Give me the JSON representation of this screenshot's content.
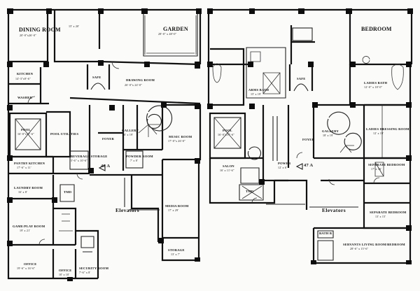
{
  "left_plan": {
    "rooms": [
      {
        "id": "dining-room",
        "name": "DINING ROOM",
        "dims": "20'-0\"x26'-0\""
      },
      {
        "id": "living-room",
        "name": "",
        "dims": "15' x 20'"
      },
      {
        "id": "garden",
        "name": "GARDEN",
        "dims": "28'-0\" x 48'-0\""
      },
      {
        "id": "kitchen",
        "name": "KITCHEN",
        "dims": "14'-3\"x9'-6\""
      },
      {
        "id": "safe",
        "name": "SAFE",
        "dims": ""
      },
      {
        "id": "drawing-room",
        "name": "DRAWING ROOM",
        "dims": "26'-0\"x 24'-0\""
      },
      {
        "id": "washer",
        "name": "WASHER",
        "dims": ""
      },
      {
        "id": "pool",
        "name": "POOL",
        "dims": "16'-0\"x17'-6\""
      },
      {
        "id": "pool-utilities",
        "name": "POOL UTILITIES",
        "dims": ""
      },
      {
        "id": "gallery",
        "name": "GALLERY",
        "dims": "16' x 19'"
      },
      {
        "id": "music-room",
        "name": "MUSIC ROOM",
        "dims": "17'-0\"x 26'-0\""
      },
      {
        "id": "foyer",
        "name": "FOYER",
        "dims": ""
      },
      {
        "id": "powder-room",
        "name": "POWDER ROOM",
        "dims": "7' x 8'"
      },
      {
        "id": "pantry-kitchen",
        "name": "PANTRY KITCHEN",
        "dims": "17'-6\" x 11'"
      },
      {
        "id": "beverage-storage",
        "name": "BEVERAGE STORAGE",
        "dims": "5'-6\" x 10'-6\""
      },
      {
        "id": "laundry-room",
        "name": "LAUNDRY ROOM",
        "dims": "16' x 8'"
      },
      {
        "id": "tmd",
        "name": "TMD",
        "dims": ""
      },
      {
        "id": "media-room",
        "name": "MEDIA ROOM",
        "dims": "17' x 29'"
      },
      {
        "id": "gameroom",
        "name": "GAME/PLAY ROOM",
        "dims": "19' x 21'"
      },
      {
        "id": "office",
        "name": "OFFICE",
        "dims": "19'-6\" x 16'-6\""
      },
      {
        "id": "office-2",
        "name": "OFFICE",
        "dims": "10' x 10'"
      },
      {
        "id": "security-room",
        "name": "SECURITY ROOM",
        "dims": "7'-6\" x 8'"
      },
      {
        "id": "storage",
        "name": "STORAGE",
        "dims": "13' x 7'"
      }
    ],
    "elevators": "Elevators",
    "floor_label": "46 A"
  },
  "right_plan": {
    "rooms": [
      {
        "id": "bedroom",
        "name": "BEDROOM",
        "dims": ""
      },
      {
        "id": "arms-bath",
        "name": "ARMS BATH",
        "dims": "15' x 19'"
      },
      {
        "id": "safe",
        "name": "SAFE",
        "dims": ""
      },
      {
        "id": "ladies-bath",
        "name": "LADIES BATH",
        "dims": "12'-0\" x 18'-0\""
      },
      {
        "id": "ladies-dressing",
        "name": "LADIES DRESSING ROOM",
        "dims": "12' x 19'"
      },
      {
        "id": "pool",
        "name": "POOL",
        "dims": "16'-0\"x17'-6\""
      },
      {
        "id": "gallery",
        "name": "GALLERY",
        "dims": "18' x 19'"
      },
      {
        "id": "foyer",
        "name": "FOYER",
        "dims": ""
      },
      {
        "id": "salon",
        "name": "SALON",
        "dims": "16' x 11'-6\""
      },
      {
        "id": "power",
        "name": "POWER",
        "dims": "12' x 6'"
      },
      {
        "id": "tmd",
        "name": "TMD",
        "dims": ""
      },
      {
        "id": "separate-bedroom",
        "name": "SEPARATE BEDROOM",
        "dims": "17' x 16'"
      },
      {
        "id": "separate-bedroom-2",
        "name": "SEPARATE BEDROOM",
        "dims": "13' x 15'"
      },
      {
        "id": "servants",
        "name": "SERVANTS LIVING ROOM/BEDROOM",
        "dims": "28'-6\" x 15'-6\""
      },
      {
        "id": "bath-b",
        "name": "BATH B",
        "dims": ""
      }
    ],
    "elevators": "Elevators",
    "floor_label": "47 A"
  }
}
